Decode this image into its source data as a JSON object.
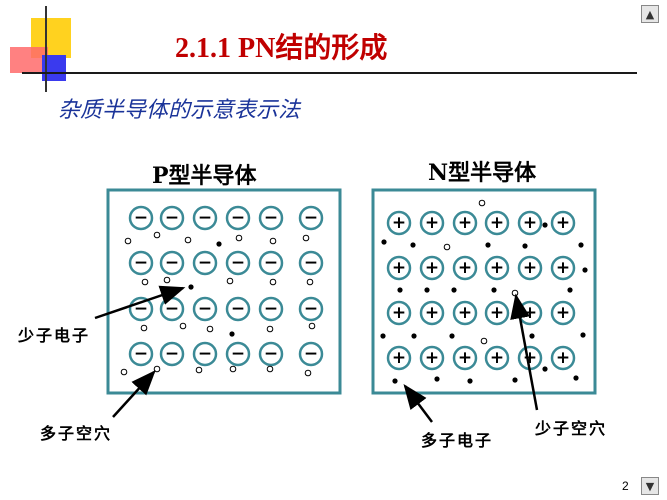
{
  "slide": {
    "title": "2.1.1 PN结的形成",
    "subtitle": "杂质半导体的示意表示法",
    "page_number": "2"
  },
  "p_type": {
    "title": "P型半导体",
    "ion_symbol": "−",
    "label_minority": "少子电子",
    "label_majority": "多子空穴"
  },
  "n_type": {
    "title": "N型半导体",
    "ion_symbol": "+",
    "label_majority": "多子电子",
    "label_minority": "少子空穴"
  },
  "nav": {
    "up": "▲",
    "down": "▼"
  },
  "colors": {
    "title": "#c00000",
    "subtitle": "#1a3399",
    "box_border": "#3b8a96",
    "ion_ring": "#3b8a96",
    "deco_yellow": "#ffd21f",
    "deco_red": "#ff5a5a",
    "deco_blue": "#3a3aee"
  }
}
